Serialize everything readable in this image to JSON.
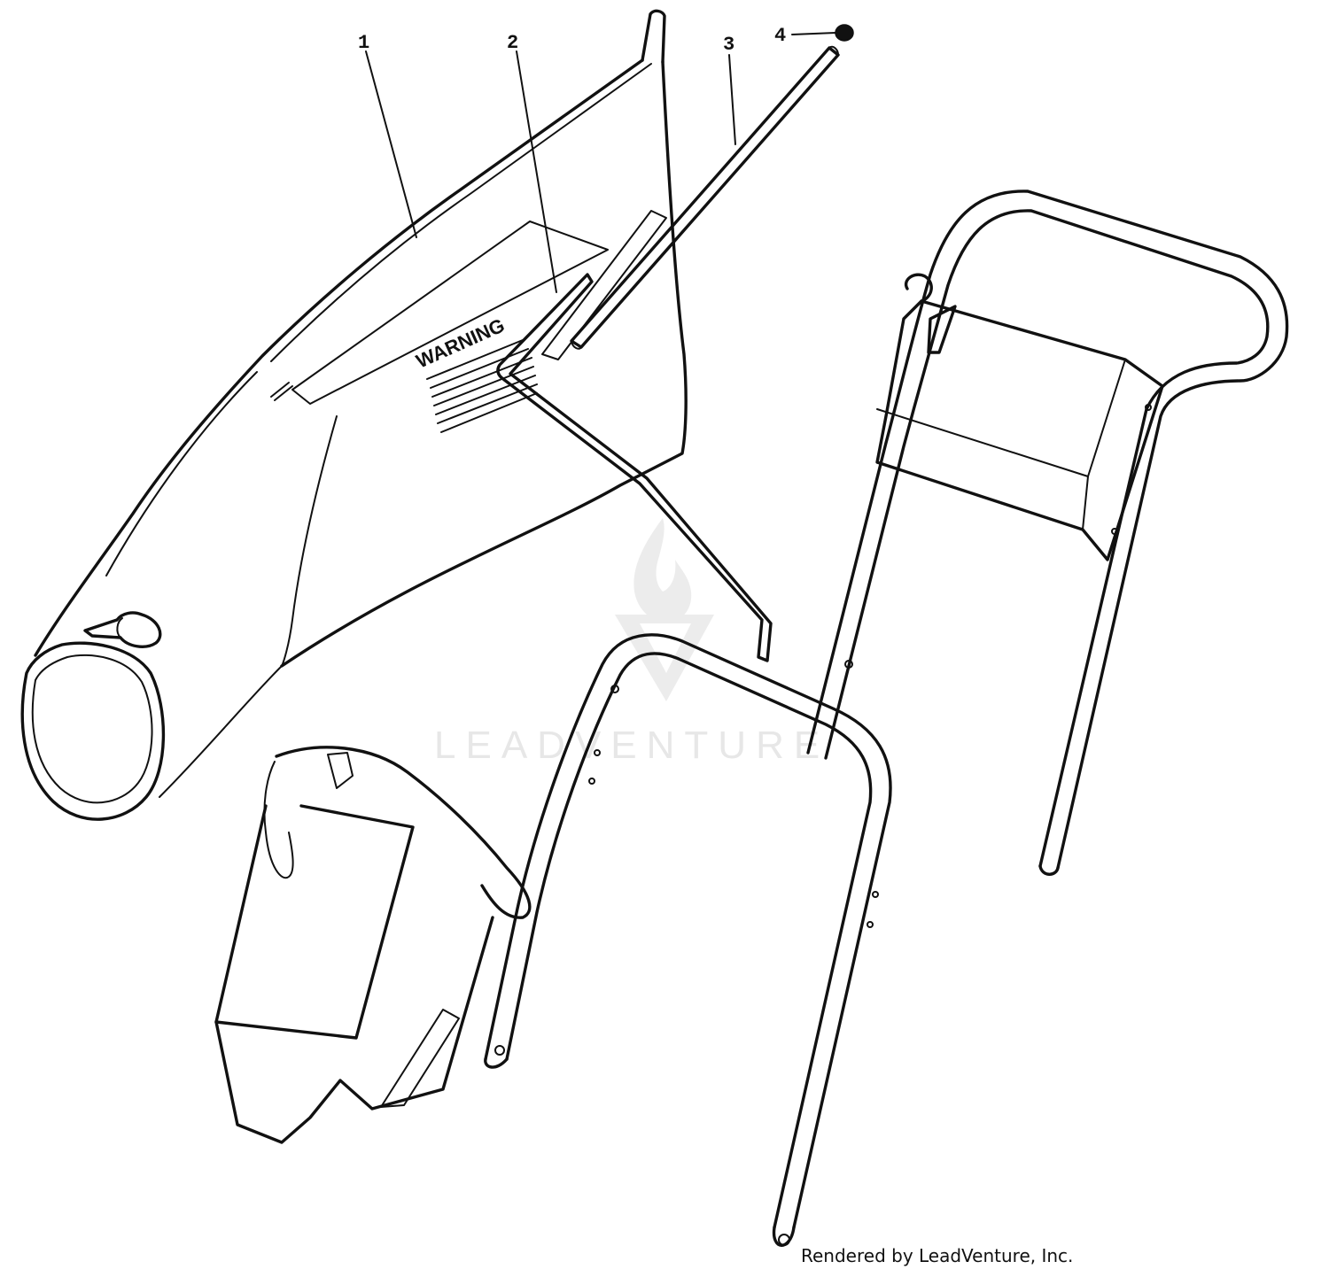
{
  "callouts": [
    {
      "number": "1",
      "part": "grass-bag"
    },
    {
      "number": "2",
      "part": "bag-frame"
    },
    {
      "number": "3",
      "part": "bag-support-rod"
    },
    {
      "number": "4",
      "part": "rod-end-cap"
    }
  ],
  "bag_label": {
    "heading": "WARNING"
  },
  "watermark": {
    "text": "LEADVENTURE"
  },
  "credit": "Rendered by LeadVenture, Inc."
}
